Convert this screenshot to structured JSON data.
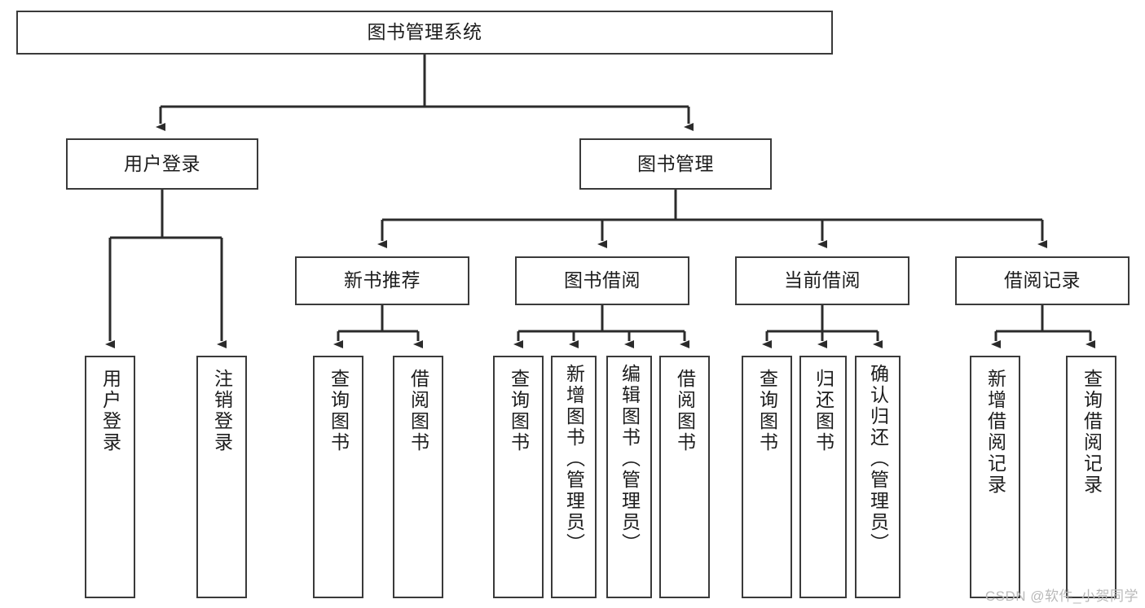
{
  "diagram": {
    "type": "tree",
    "title": "图书管理系统",
    "colors": {
      "box_border": "#3a3a3a",
      "box_fill": "#ffffff",
      "edge": "#2b2b2b",
      "text": "#1c1c1c",
      "watermark": "#b9b9b9",
      "background": "#ffffff"
    },
    "root": {
      "label": "图书管理系统"
    },
    "level2": [
      {
        "label": "用户登录"
      },
      {
        "label": "图书管理"
      }
    ],
    "level3": [
      {
        "label": "新书推荐"
      },
      {
        "label": "图书借阅"
      },
      {
        "label": "当前借阅"
      },
      {
        "label": "借阅记录"
      }
    ],
    "leaves": {
      "user_login": [
        {
          "label": "用户登录"
        },
        {
          "label": "注销登录"
        }
      ],
      "new_book_recommend": [
        {
          "label": "查询图书"
        },
        {
          "label": "借阅图书"
        }
      ],
      "book_borrow": [
        {
          "label": "查询图书"
        },
        {
          "label": "新增图书（管理员）"
        },
        {
          "label": "编辑图书（管理员）"
        },
        {
          "label": "借阅图书"
        }
      ],
      "current_borrow": [
        {
          "label": "查询图书"
        },
        {
          "label": "归还图书"
        },
        {
          "label": "确认归还（管理员）"
        }
      ],
      "borrow_record": [
        {
          "label": "新增借阅记录"
        },
        {
          "label": "查询借阅记录"
        }
      ]
    }
  },
  "watermark": {
    "text": "CSDN @软件_小贺同学"
  }
}
